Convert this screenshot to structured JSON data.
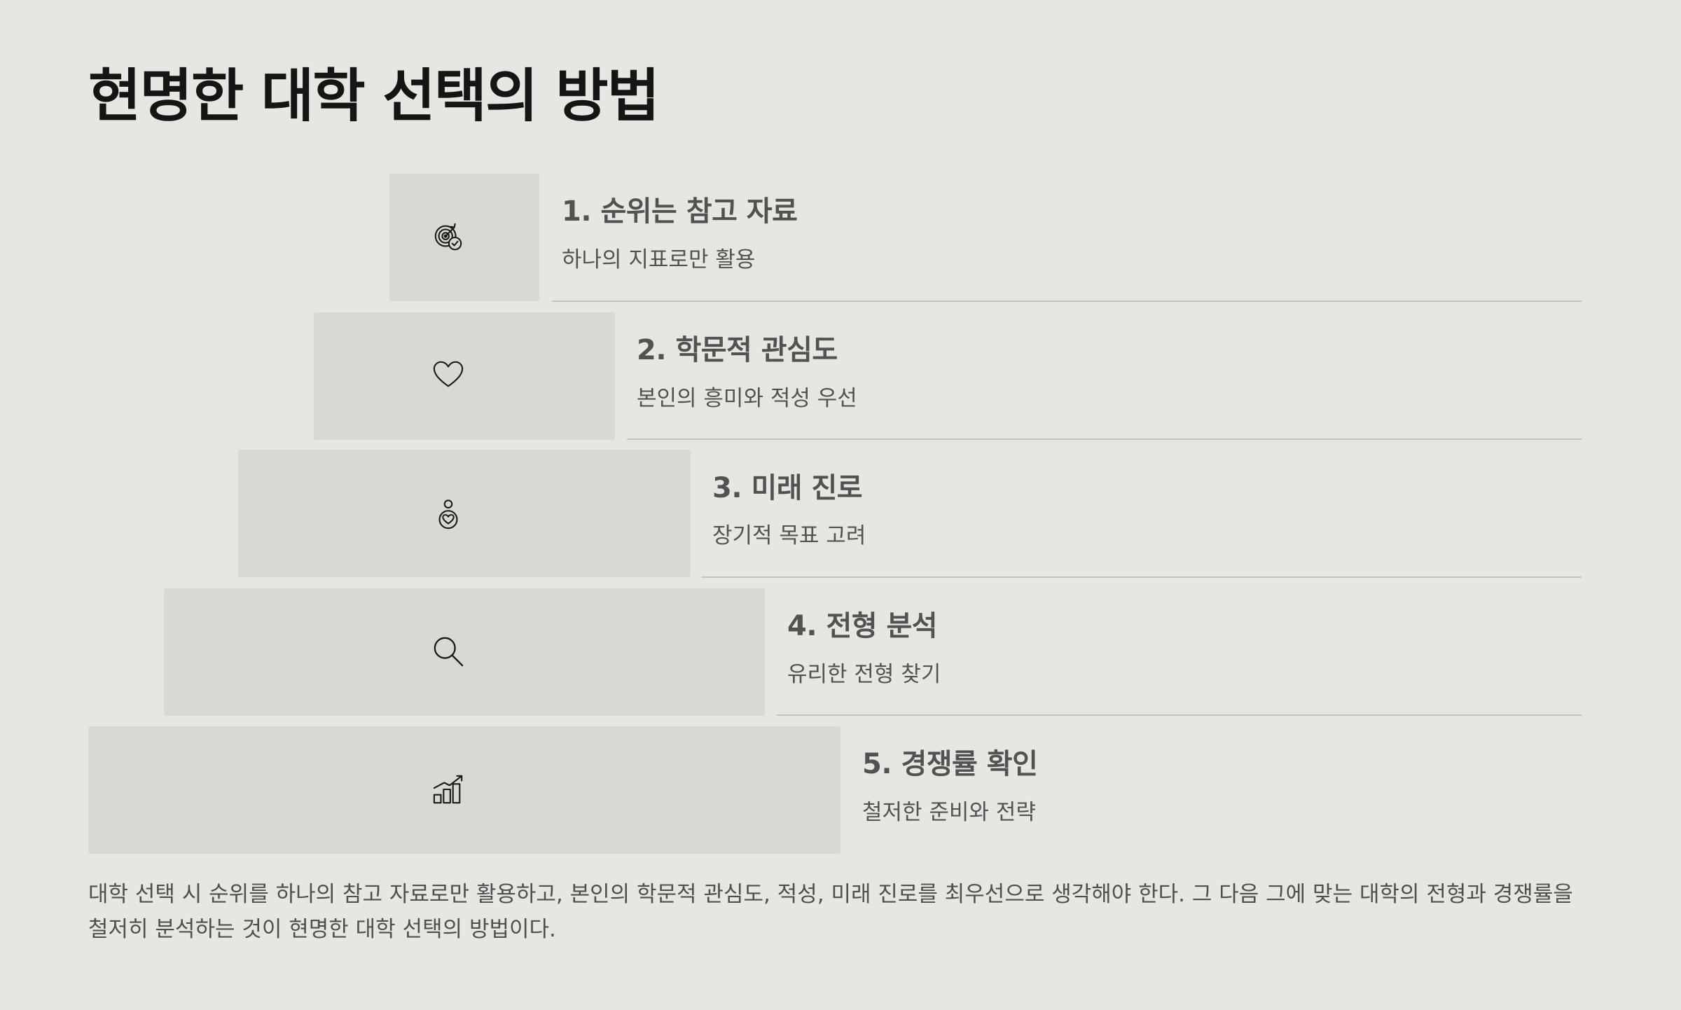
{
  "title": "현명한 대학 선택의 방법",
  "steps": [
    {
      "heading": "1. 순위는 참고 자료",
      "description": "하나의 지표로만 활용",
      "icon": "target-check-icon"
    },
    {
      "heading": "2. 학문적 관심도",
      "description": "본인의 흥미와 적성 우선",
      "icon": "heart-icon"
    },
    {
      "heading": "3. 미래 진로",
      "description": "장기적 목표 고려",
      "icon": "person-heart-icon"
    },
    {
      "heading": "4. 전형 분석",
      "description": "유리한 전형 찾기",
      "icon": "search-icon"
    },
    {
      "heading": "5. 경쟁률 확인",
      "description": "철저한 준비와 전략",
      "icon": "growth-chart-icon"
    }
  ],
  "summary": "대학 선택 시 순위를 하나의 참고 자료로만 활용하고, 본인의 학문적 관심도, 적성, 미래 진로를 최우선으로 생각해야 한다. 그 다음 그에 맞는 대학의 전형과 경쟁률을 철저히 분석하는 것이 현명한 대학 선택의 방법이다.",
  "colors": {
    "background": "#e7e7e2",
    "block": "#d9d9d4",
    "rule": "#c4c4be",
    "title": "#151515",
    "text": "#525252"
  }
}
